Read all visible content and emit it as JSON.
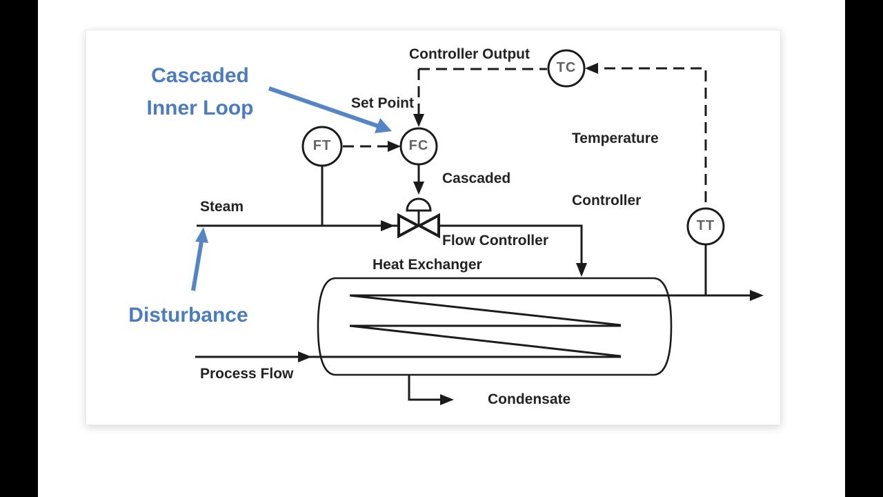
{
  "annotations": {
    "cascaded_inner_loop_line1": "Cascaded",
    "cascaded_inner_loop_line2": "Inner Loop",
    "disturbance": "Disturbance"
  },
  "labels": {
    "controller_output": "Controller Output",
    "set_point": "Set Point",
    "temperature_controller_line1": "Temperature",
    "temperature_controller_line2": "Controller",
    "cascaded_flow_controller_line1": "Cascaded",
    "cascaded_flow_controller_line2": "Flow Controller",
    "steam": "Steam",
    "heat_exchanger": "Heat Exchanger",
    "process_flow": "Process Flow",
    "condensate": "Condensate"
  },
  "instruments": {
    "temperature_controller_tag": "TC",
    "flow_controller_tag": "FC",
    "flow_transmitter_tag": "FT",
    "temperature_transmitter_tag": "TT"
  },
  "colors": {
    "annotation_blue": "#4a7cbe",
    "line_black": "#1b1b1b",
    "frame_black": "#000000"
  }
}
